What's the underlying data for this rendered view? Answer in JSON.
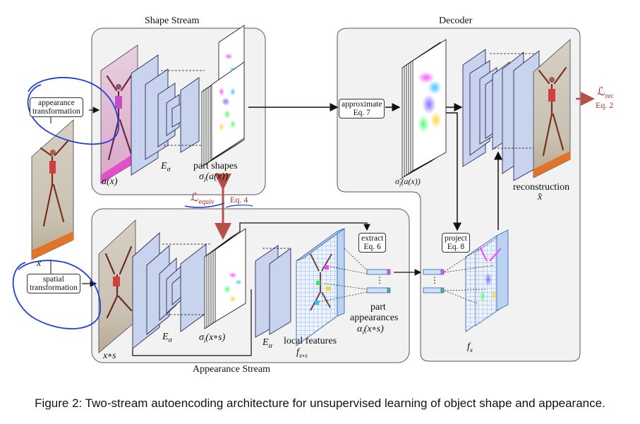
{
  "diagram": {
    "streams": {
      "shape_stream": "Shape Stream",
      "decoder": "Decoder",
      "appearance_stream": "Appearance Stream"
    },
    "boxes": {
      "appearance_transformation": [
        "appearance",
        "transformation"
      ],
      "spatial_transformation": [
        "spatial",
        "transformation"
      ],
      "approximate": [
        "approximate",
        "Eq. 7"
      ],
      "extract": [
        "extract",
        "Eq. 6"
      ],
      "project": [
        "project",
        "Eq. 8"
      ]
    },
    "labels": {
      "a_x": "a(x)",
      "x": "x",
      "x_s": "x∘s",
      "E_sigma_top": "E",
      "E_sigma_top_sub": "σ",
      "E_sigma_bottom": "E",
      "E_sigma_bottom_sub": "σ",
      "E_alpha": "E",
      "E_alpha_sub": "α",
      "part_shapes": "part shapes",
      "sigma_a_x": "σ",
      "sigma_a_x_rest": "(a(x))",
      "sigma_x_s": "σ",
      "sigma_x_s_rest": "(x∘s)",
      "sigma_tilde": "σ̃",
      "sigma_tilde_rest": "(a(x))",
      "local_features": "local features",
      "f_xs": "f",
      "f_xs_sub": "x∘s",
      "part_appearances_1": "part",
      "part_appearances_2": "appearances",
      "alpha_x_s": "α",
      "alpha_x_s_rest": "(x∘s)",
      "f_x": "f",
      "f_x_sub": "x",
      "reconstruction": "reconstruction",
      "x_hat": "x̂",
      "L_rec": "ℒ",
      "L_rec_sub": "rec",
      "eq2": "Eq. 2",
      "L_equiv": "ℒ",
      "L_equiv_sub": "equiv",
      "eq4": "Eq. 4",
      "dots_left": "⋮",
      "dots_right": "⋮",
      "sub_i": "i"
    },
    "colors": {
      "encoder_blue": "#c8d4ee",
      "encoder_edge": "#2a2a5a",
      "stream_bg": "#f2f2f2",
      "equiv_arrow": "#b8504a",
      "annotation_blue": "#1f3fd8",
      "loss_red": "#b03030"
    }
  },
  "caption": "Figure 2: Two-stream autoencoding architecture for unsupervised learning of object shape and appearance."
}
